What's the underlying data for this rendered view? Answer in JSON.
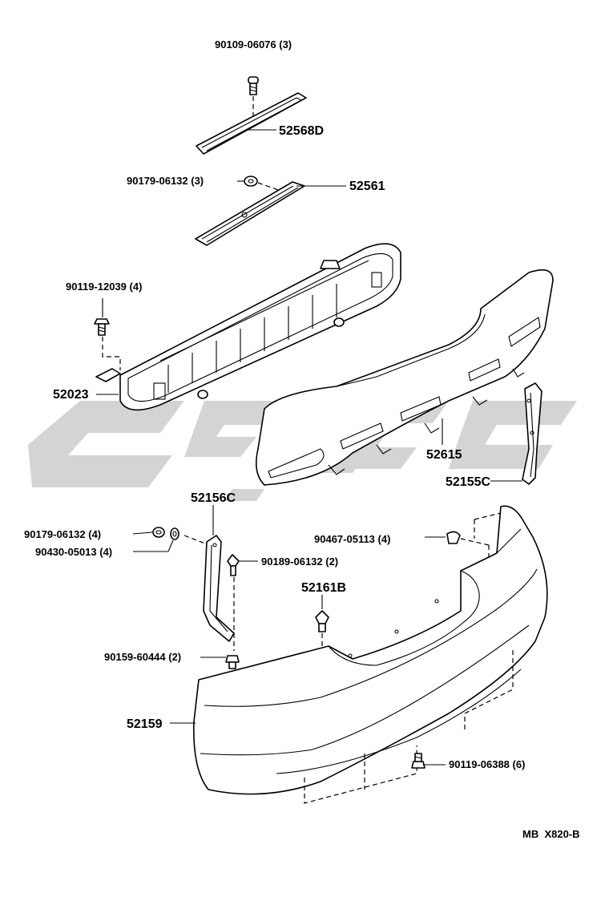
{
  "parts": {
    "p_90109_06076": "90109-06076 (3)",
    "p_52568D": "52568D",
    "p_90179_06132_top": "90179-06132 (3)",
    "p_52561": "52561",
    "p_90119_12039": "90119-12039 (4)",
    "p_52023": "52023",
    "p_52615": "52615",
    "p_52155C": "52155C",
    "p_52156C": "52156C",
    "p_90179_06132_mid": "90179-06132 (4)",
    "p_90430_05013": "90430-05013 (4)",
    "p_90189_06132": "90189-06132 (2)",
    "p_90467_05113": "90467-05113 (4)",
    "p_52161B": "52161B",
    "p_90159_60444": "90159-60444 (2)",
    "p_52159": "52159",
    "p_90119_06388": "90119-06388 (6)"
  },
  "diagram_code": "MB  X820-B",
  "colors": {
    "line": "#000000",
    "watermark": "#d4d4d4",
    "background": "#ffffff"
  }
}
